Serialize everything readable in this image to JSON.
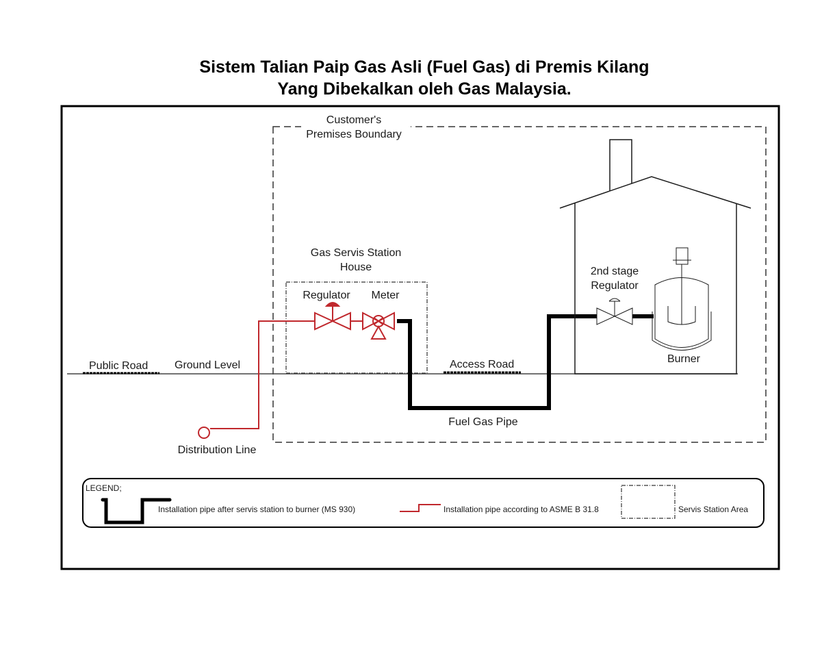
{
  "title": {
    "line1": "Sistem Talian Paip Gas Asli (Fuel Gas) di Premis Kilang",
    "line2": "Yang Dibekalkan oleh Gas Malaysia."
  },
  "labels": {
    "premises_line1": "Customer's",
    "premises_line2": "Premises Boundary",
    "station_line1": "Gas Servis Station",
    "station_line2": "House",
    "regulator": "Regulator",
    "meter": "Meter",
    "second_stage_line1": "2nd stage",
    "second_stage_line2": "Regulator",
    "burner": "Burner",
    "public_road": "Public Road",
    "ground_level": "Ground Level",
    "access_road": "Access Road",
    "fuel_gas_pipe": "Fuel Gas Pipe",
    "distribution_line": "Distribution Line"
  },
  "legend": {
    "title": "LEGEND;",
    "items": [
      {
        "icon": "black-pipe-icon",
        "label": "Installation pipe after servis station to burner (MS 930)"
      },
      {
        "icon": "red-pipe-icon",
        "label": "Installation pipe according to ASME B 31.8"
      },
      {
        "icon": "dash-dot-box-icon",
        "label": "Servis Station Area"
      }
    ]
  },
  "colors": {
    "red_pipe": "#c0282d",
    "black_pipe": "#000000",
    "outline": "#1a1a1a"
  }
}
